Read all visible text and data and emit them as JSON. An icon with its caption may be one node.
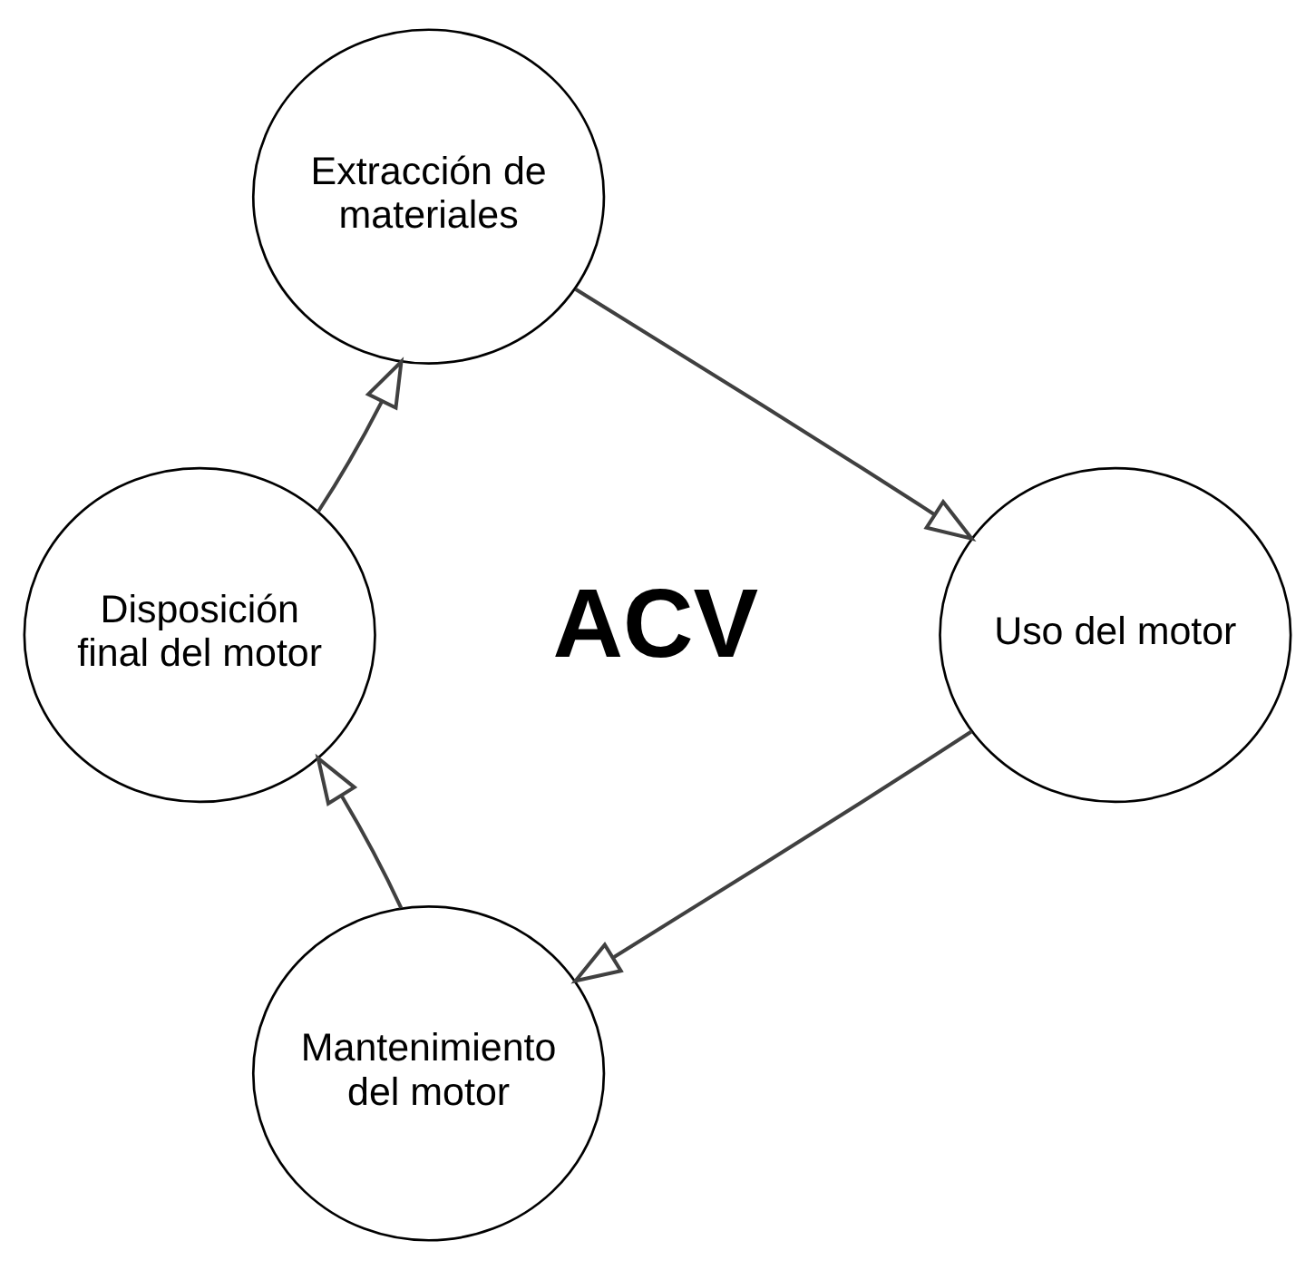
{
  "diagram": {
    "nodes": [
      {
        "text": [
          "Extracción de materiales"
        ]
      },
      {
        "text": [
          "Uso del motor"
        ]
      },
      {
        "text": [
          "Mantenimiento del motor"
        ]
      },
      {
        "text": [
          "Disposición final del motor"
        ]
      }
    ],
    "edges": [
      {
        "from": 0,
        "to": 1,
        "arrow": "to"
      },
      {
        "from": 1,
        "to": 2,
        "arrow": "to"
      },
      {
        "from": 2,
        "to": 3,
        "arrow": "to"
      },
      {
        "from": 3,
        "to": 0,
        "arrow": "to"
      }
    ],
    "labels": [
      "ACV"
    ]
  }
}
